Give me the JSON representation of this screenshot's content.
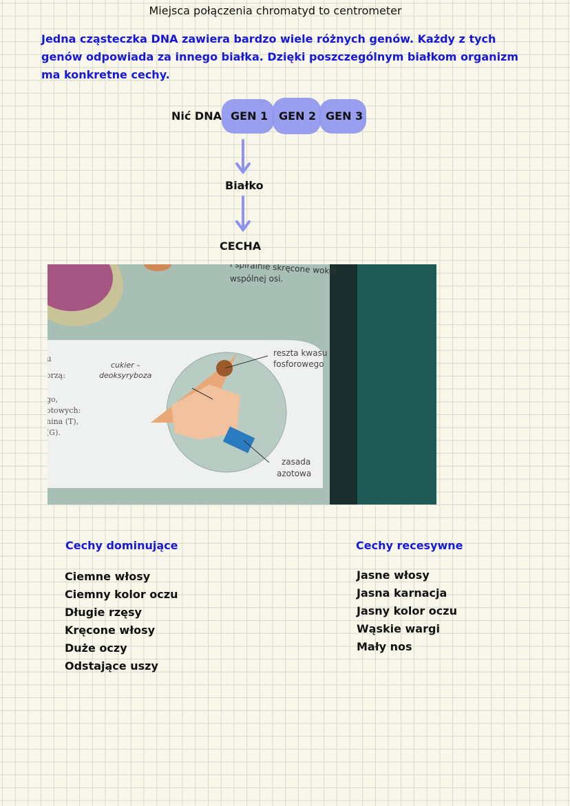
{
  "title": "Miejsca połączenia chromatyd to centrometer",
  "paragraph": "Jedna cząsteczka DNA zawiera bardzo wiele różnych genów. Każdy z tych genów odpowiada za innego białka. Dzięki poszczególnym białkom organizm ma konkretne cechy.",
  "diagram": {
    "strand_label": "Nić DNA",
    "genes": [
      "GEN 1",
      "GEN 2",
      "GEN 3"
    ],
    "step1": "Białko",
    "step2": "CECHA",
    "accent_color": "#8e93ee"
  },
  "photo": {
    "top_text_1": "i spiralnie skręcone wokół",
    "top_text_2": "wspólnej osi.",
    "label_sugar_1": "cukier –",
    "label_sugar_2": "deoksyryboza",
    "label_phosphate_1": "reszta kwasu",
    "label_phosphate_2": "fosforowego",
    "label_base_1": "zasada",
    "label_base_2": "azotowa",
    "left_fragments": [
      "u",
      "orzą:",
      "go,",
      "otowych:",
      "nina (T),",
      "(G)."
    ]
  },
  "dominant": {
    "heading": "Cechy dominujące",
    "items": [
      "Ciemne włosy",
      "Ciemny kolor oczu",
      "Długie rzęsy",
      "Kręcone włosy",
      "Duże oczy",
      "Odstające uszy"
    ]
  },
  "recessive": {
    "heading": "Cechy recesywne",
    "items": [
      "Jasne włosy",
      "Jasna karnacja",
      "Jasny kolor oczu",
      "Wąskie wargi",
      "Mały nos"
    ]
  },
  "colors": {
    "heading_blue": "#1717d8",
    "text": "#111111"
  }
}
